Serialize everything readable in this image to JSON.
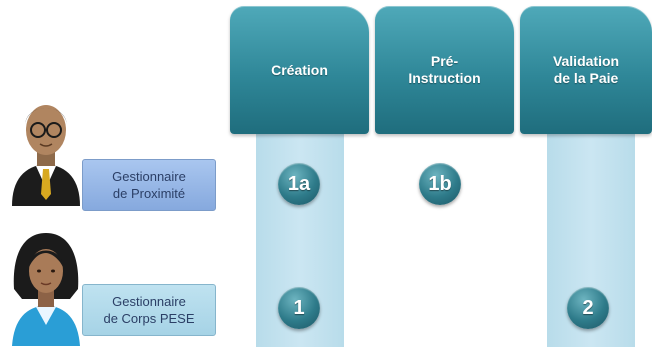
{
  "phases": [
    {
      "label": "Création"
    },
    {
      "label": "Pré-\nInstruction"
    },
    {
      "label": "Validation\nde la Paie"
    }
  ],
  "actors": [
    {
      "label": "Gestionnaire\nde Proximité",
      "icon": "male-manager-icon"
    },
    {
      "label": "Gestionnaire\nde Corps PESE",
      "icon": "female-manager-icon"
    }
  ],
  "steps": [
    "1a",
    "1b",
    "1",
    "2"
  ],
  "colors": {
    "phase_header": "#2f8798",
    "column_track": "#c4e2ee",
    "step_badge": "#2e7b8a",
    "actor_box_1": "#98b8e6",
    "actor_box_2": "#b3dbeb"
  }
}
